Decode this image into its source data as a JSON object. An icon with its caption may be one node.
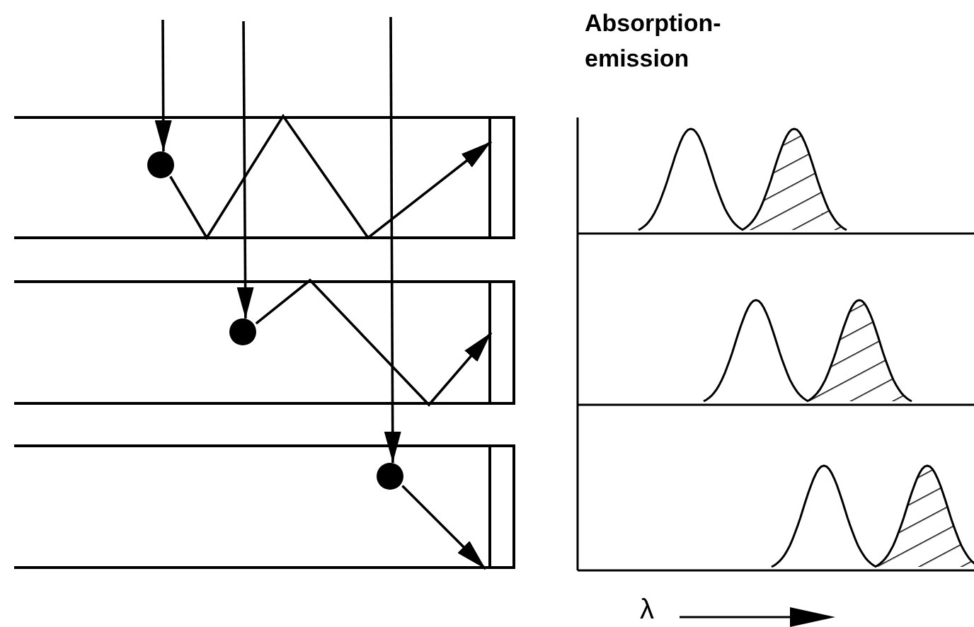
{
  "diagram": {
    "nodes": [
      {
        "text": [],
        "shape": "box"
      },
      {
        "text": [],
        "shape": "box"
      },
      {
        "text": [],
        "shape": "box"
      },
      {
        "text": [],
        "shape": "bar",
        "in": 0
      },
      {
        "text": [],
        "shape": "bar",
        "in": 1
      },
      {
        "text": [],
        "shape": "bar",
        "in": 2
      },
      {
        "text": [],
        "shape": "circle",
        "in": 0
      },
      {
        "text": [],
        "shape": "circle",
        "in": 1
      },
      {
        "text": [],
        "shape": "circle",
        "in": 2
      }
    ],
    "edges": [
      {
        "from": null,
        "to": 6,
        "arrow": "to"
      },
      {
        "from": null,
        "to": 7,
        "arrow": "to"
      },
      {
        "from": null,
        "to": 8,
        "arrow": "to"
      },
      {
        "from": 6,
        "to": 3,
        "arrow": "to"
      },
      {
        "from": 7,
        "to": 4,
        "arrow": "to"
      },
      {
        "from": 8,
        "to": 5,
        "arrow": "to"
      }
    ],
    "labels": [
      "Absorption-emission",
      "λ"
    ]
  }
}
